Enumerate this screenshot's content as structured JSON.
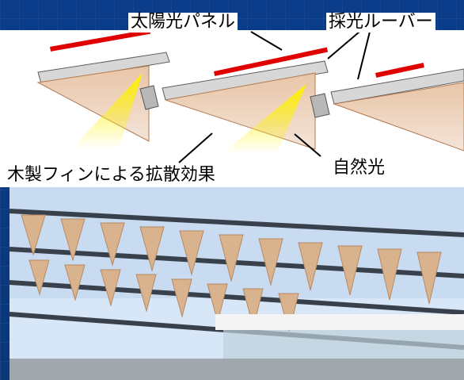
{
  "diagram": {
    "labels": {
      "solar_panel": "太陽光パネル",
      "light_louver": "採光ルーバー",
      "wood_fin_diffusion": "木製フィンによる拡散効果",
      "natural_light": "自然光"
    },
    "colors": {
      "background": "#0b3d86",
      "panel_red": "#e00000",
      "light_yellow": "#fff200",
      "wood": "#d49a6a",
      "steel": "#9aa3a9",
      "text": "#000000"
    }
  },
  "photo": {
    "subject": "",
    "colors": {
      "sky": "#b8d6ff",
      "wood_fins": "#d7b38d",
      "steel_beams": "#3e4650",
      "glass": "#c9d7e2"
    }
  }
}
